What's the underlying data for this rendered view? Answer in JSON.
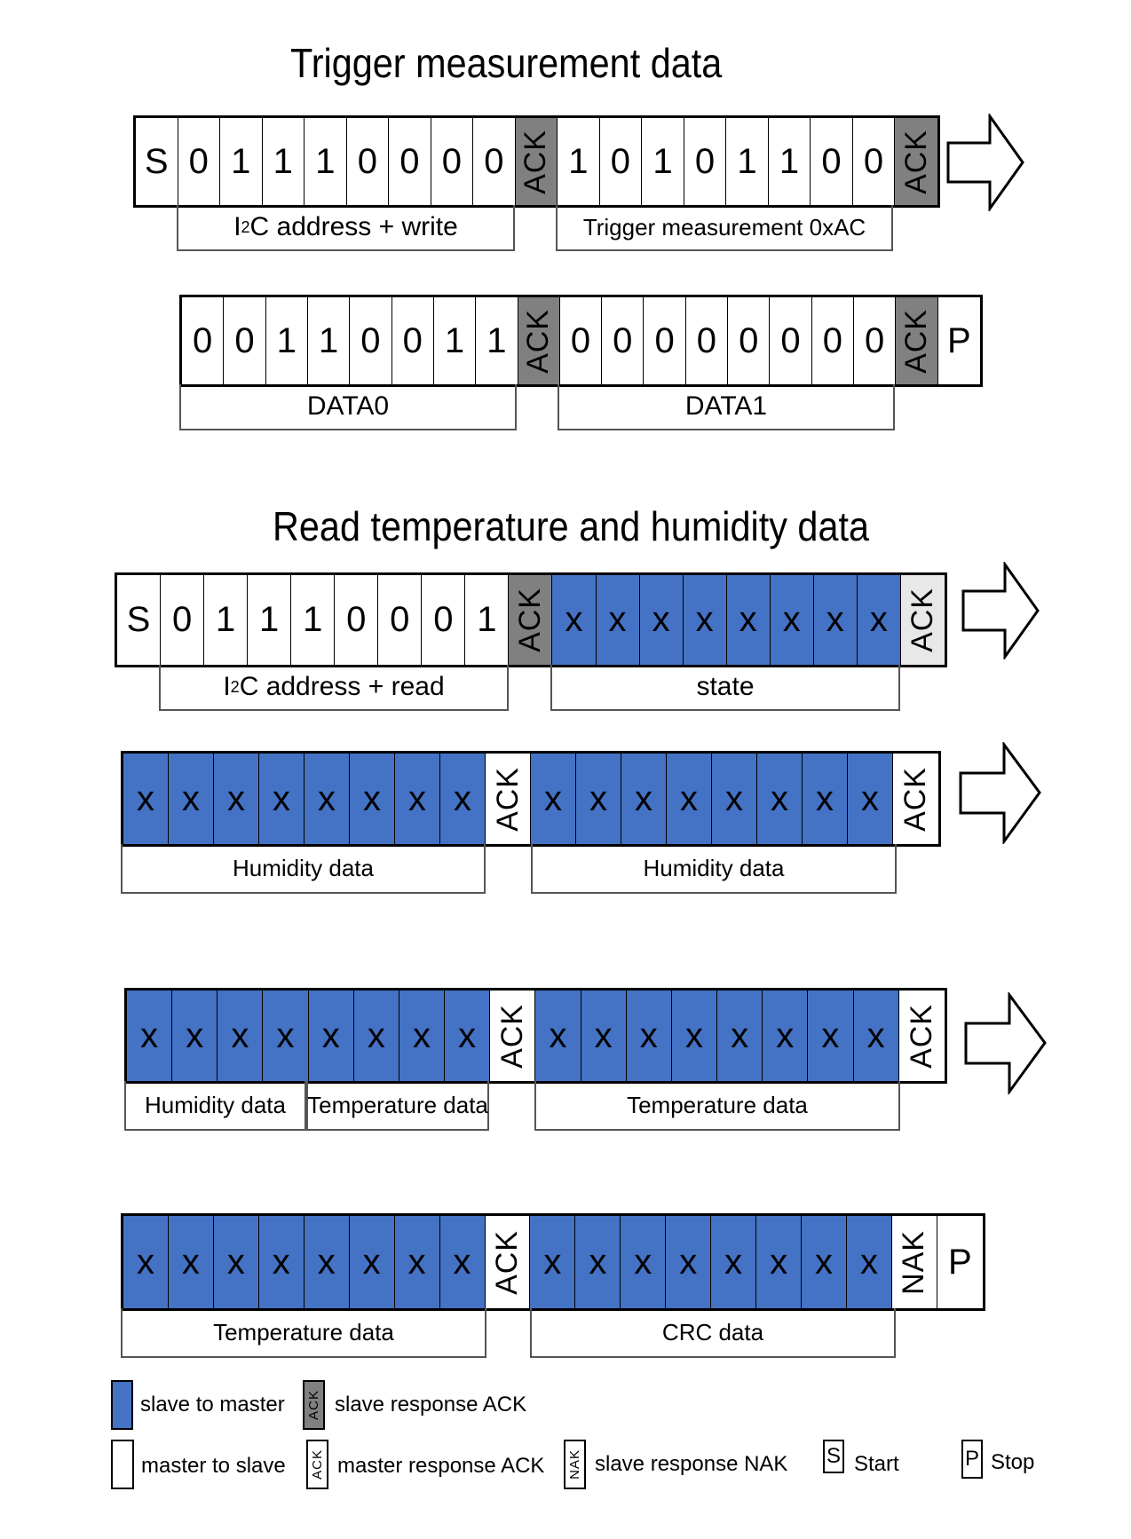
{
  "titles": {
    "trigger": "Trigger measurement data",
    "read": "Read temperature and humidity data"
  },
  "rows": [
    {
      "cells": [
        "S",
        "0",
        "1",
        "1",
        "1",
        "0",
        "0",
        "0",
        "0",
        "ACK",
        "1",
        "0",
        "1",
        "0",
        "1",
        "1",
        "0",
        "0",
        "ACK"
      ],
      "types": [
        "w",
        "w",
        "w",
        "w",
        "w",
        "w",
        "w",
        "w",
        "w",
        "sack",
        "w",
        "w",
        "w",
        "w",
        "w",
        "w",
        "w",
        "w",
        "sack"
      ]
    },
    {
      "cells": [
        "0",
        "0",
        "1",
        "1",
        "0",
        "0",
        "1",
        "1",
        "ACK",
        "0",
        "0",
        "0",
        "0",
        "0",
        "0",
        "0",
        "0",
        "ACK",
        "P"
      ],
      "types": [
        "w",
        "w",
        "w",
        "w",
        "w",
        "w",
        "w",
        "w",
        "sack",
        "w",
        "w",
        "w",
        "w",
        "w",
        "w",
        "w",
        "w",
        "sack",
        "w"
      ]
    },
    {
      "cells": [
        "S",
        "0",
        "1",
        "1",
        "1",
        "0",
        "0",
        "0",
        "1",
        "ACK",
        "x",
        "x",
        "x",
        "x",
        "x",
        "x",
        "x",
        "x",
        "ACK"
      ],
      "types": [
        "w",
        "w",
        "w",
        "w",
        "w",
        "w",
        "w",
        "w",
        "w",
        "sack",
        "b",
        "b",
        "b",
        "b",
        "b",
        "b",
        "b",
        "b",
        "lg"
      ]
    },
    {
      "cells": [
        "x",
        "x",
        "x",
        "x",
        "x",
        "x",
        "x",
        "x",
        "ACK",
        "x",
        "x",
        "x",
        "x",
        "x",
        "x",
        "x",
        "x",
        "ACK"
      ],
      "types": [
        "b",
        "b",
        "b",
        "b",
        "b",
        "b",
        "b",
        "b",
        "w",
        "b",
        "b",
        "b",
        "b",
        "b",
        "b",
        "b",
        "b",
        "w"
      ]
    },
    {
      "cells": [
        "x",
        "x",
        "x",
        "x",
        "x",
        "x",
        "x",
        "x",
        "ACK",
        "x",
        "x",
        "x",
        "x",
        "x",
        "x",
        "x",
        "x",
        "ACK"
      ],
      "types": [
        "b",
        "b",
        "b",
        "b",
        "b",
        "b",
        "b",
        "b",
        "w",
        "b",
        "b",
        "b",
        "b",
        "b",
        "b",
        "b",
        "b",
        "w"
      ]
    },
    {
      "cells": [
        "x",
        "x",
        "x",
        "x",
        "x",
        "x",
        "x",
        "x",
        "ACK",
        "x",
        "x",
        "x",
        "x",
        "x",
        "x",
        "x",
        "x",
        "NAK",
        "P"
      ],
      "types": [
        "b",
        "b",
        "b",
        "b",
        "b",
        "b",
        "b",
        "b",
        "w",
        "b",
        "b",
        "b",
        "b",
        "b",
        "b",
        "b",
        "b",
        "w",
        "w"
      ]
    }
  ],
  "labels": {
    "i2c_write_prefix": "I",
    "i2c_sup": "2",
    "i2c_write_suffix": "C address + write",
    "trigger_cmd": "Trigger measurement 0xAC",
    "data0": "DATA0",
    "data1": "DATA1",
    "i2c_read_suffix": "C address + read",
    "state": "state",
    "humidity1": "Humidity data",
    "humidity2": "Humidity data",
    "humidity3": "Humidity data",
    "temperature1": "Temperature data",
    "temperature2": "Temperature data",
    "temperature3": "Temperature data",
    "crc": "CRC data"
  },
  "legend": {
    "slave_to_master": "slave to master",
    "slave_response_ack": "slave response ACK",
    "master_to_slave": "master to slave",
    "master_response_ack": "master response ACK",
    "slave_response_nak": "slave response NAK",
    "start": "Start",
    "stop": "Stop",
    "ack_glyph": "ACK",
    "nak_glyph": "NAK",
    "s_glyph": "S",
    "p_glyph": "P"
  },
  "colors": {
    "slave_blue": "#4472c4",
    "ack_grey": "#808080"
  }
}
